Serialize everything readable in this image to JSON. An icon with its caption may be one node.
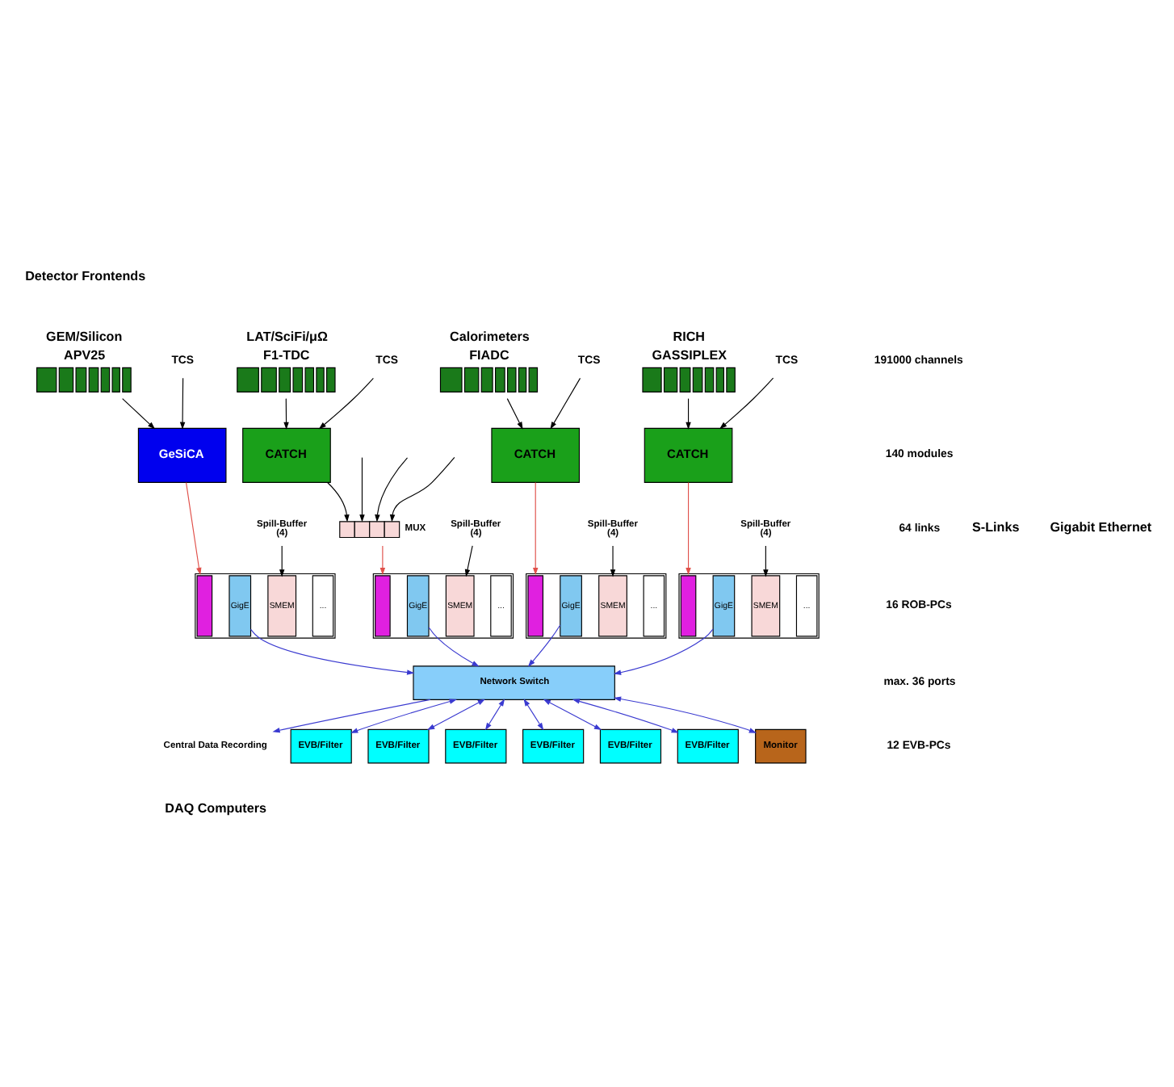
{
  "diagram": {
    "nodes": [
      {
        "text": [
          "GEM/Silicon",
          "APV25"
        ]
      },
      {
        "text": [
          "LAT/SciFi/μΩ",
          "F1-TDC"
        ]
      },
      {
        "text": [
          "Calorimeters",
          "FIADC"
        ]
      },
      {
        "text": [
          "RICH",
          "GASSIPLEX"
        ]
      },
      {
        "text": [
          "TCS"
        ]
      },
      {
        "text": [
          "TCS"
        ]
      },
      {
        "text": [
          "TCS"
        ]
      },
      {
        "text": [
          "TCS"
        ]
      },
      {
        "text": [
          "GeSiCA"
        ]
      },
      {
        "text": [
          "CATCH"
        ]
      },
      {
        "text": [
          "CATCH"
        ]
      },
      {
        "text": [
          "CATCH"
        ]
      },
      {
        "text": [
          "MUX"
        ]
      },
      {
        "text": [],
        "shape": "box"
      },
      {
        "text": [],
        "shape": "bar",
        "in": 13
      },
      {
        "text": [
          "GigE"
        ],
        "in": 13
      },
      {
        "text": [
          "SMEM"
        ],
        "in": 13
      },
      {
        "text": [
          "..."
        ],
        "in": 13
      },
      {
        "text": [],
        "shape": "box"
      },
      {
        "text": [],
        "shape": "bar",
        "in": 18
      },
      {
        "text": [
          "GigE"
        ],
        "in": 18
      },
      {
        "text": [
          "SMEM"
        ],
        "in": 18
      },
      {
        "text": [
          "..."
        ],
        "in": 18
      },
      {
        "text": [],
        "shape": "box"
      },
      {
        "text": [],
        "shape": "bar",
        "in": 23
      },
      {
        "text": [
          "GigE"
        ],
        "in": 23
      },
      {
        "text": [
          "SMEM"
        ],
        "in": 23
      },
      {
        "text": [
          "..."
        ],
        "in": 23
      },
      {
        "text": [],
        "shape": "box"
      },
      {
        "text": [],
        "shape": "bar",
        "in": 28
      },
      {
        "text": [
          "GigE"
        ],
        "in": 28
      },
      {
        "text": [
          "SMEM"
        ],
        "in": 28
      },
      {
        "text": [
          "..."
        ],
        "in": 28
      },
      {
        "text": [
          "Spill-Buffer",
          "(4)"
        ]
      },
      {
        "text": [
          "Spill-Buffer",
          "(4)"
        ]
      },
      {
        "text": [
          "Spill-Buffer",
          "(4)"
        ]
      },
      {
        "text": [
          "Spill-Buffer",
          "(4)"
        ]
      },
      {
        "text": [
          "Network Switch"
        ]
      },
      {
        "text": [
          "Central Data Recording"
        ]
      },
      {
        "text": [
          "EVB/Filter"
        ]
      },
      {
        "text": [
          "EVB/Filter"
        ]
      },
      {
        "text": [
          "EVB/Filter"
        ]
      },
      {
        "text": [
          "EVB/Filter"
        ]
      },
      {
        "text": [
          "EVB/Filter"
        ]
      },
      {
        "text": [
          "EVB/Filter"
        ]
      },
      {
        "text": [
          "Monitor"
        ]
      }
    ],
    "edges": [
      {
        "from": 0,
        "to": 8,
        "arrow": "to"
      },
      {
        "from": 1,
        "to": 9,
        "arrow": "to"
      },
      {
        "from": 2,
        "to": 10,
        "arrow": "to"
      },
      {
        "from": 3,
        "to": 11,
        "arrow": "to"
      },
      {
        "from": 4,
        "to": 8,
        "arrow": "to"
      },
      {
        "from": 5,
        "to": 9,
        "arrow": "to"
      },
      {
        "from": 6,
        "to": 10,
        "arrow": "to"
      },
      {
        "from": 7,
        "to": 11,
        "arrow": "to"
      },
      {
        "from": 9,
        "to": 12,
        "arrow": "to"
      },
      {
        "from": null,
        "to": 12,
        "arrow": "to"
      },
      {
        "from": null,
        "to": 12,
        "arrow": "to"
      },
      {
        "from": null,
        "to": 12,
        "arrow": "to"
      },
      {
        "from": 8,
        "to": 13,
        "arrow": "to",
        "color": "#e0504a"
      },
      {
        "from": 12,
        "to": 18,
        "arrow": "to",
        "color": "#e0504a"
      },
      {
        "from": 10,
        "to": 23,
        "arrow": "to",
        "color": "#e0504a"
      },
      {
        "from": 11,
        "to": 28,
        "arrow": "to",
        "color": "#e0504a"
      },
      {
        "from": 33,
        "to": 16,
        "arrow": "to"
      },
      {
        "from": 34,
        "to": 21,
        "arrow": "to"
      },
      {
        "from": 35,
        "to": 26,
        "arrow": "to"
      },
      {
        "from": 36,
        "to": 31,
        "arrow": "to"
      },
      {
        "from": 15,
        "to": 37,
        "arrow": "to",
        "color": "#3a3ad0"
      },
      {
        "from": 20,
        "to": 37,
        "arrow": "to",
        "color": "#3a3ad0"
      },
      {
        "from": 25,
        "to": 37,
        "arrow": "to",
        "color": "#3a3ad0"
      },
      {
        "from": 30,
        "to": 37,
        "arrow": "to",
        "color": "#3a3ad0"
      },
      {
        "from": 37,
        "to": 38,
        "arrow": "to",
        "color": "#3a3ad0"
      },
      {
        "from": 37,
        "to": 39,
        "arrow": "both",
        "color": "#3a3ad0"
      },
      {
        "from": 37,
        "to": 40,
        "arrow": "both",
        "color": "#3a3ad0"
      },
      {
        "from": 37,
        "to": 41,
        "arrow": "both",
        "color": "#3a3ad0"
      },
      {
        "from": 37,
        "to": 42,
        "arrow": "both",
        "color": "#3a3ad0"
      },
      {
        "from": 37,
        "to": 43,
        "arrow": "both",
        "color": "#3a3ad0"
      },
      {
        "from": 37,
        "to": 44,
        "arrow": "both",
        "color": "#3a3ad0"
      },
      {
        "from": 37,
        "to": 45,
        "arrow": "both",
        "color": "#3a3ad0"
      }
    ],
    "labels": [
      "Detector Frontends",
      "191000 channels",
      "140 modules",
      "S-Links",
      "64 links",
      "16 ROB-PCs",
      "Gigabit Ethernet",
      "max. 36 ports",
      "12 EVB-PCs",
      "DAQ Computers"
    ]
  }
}
